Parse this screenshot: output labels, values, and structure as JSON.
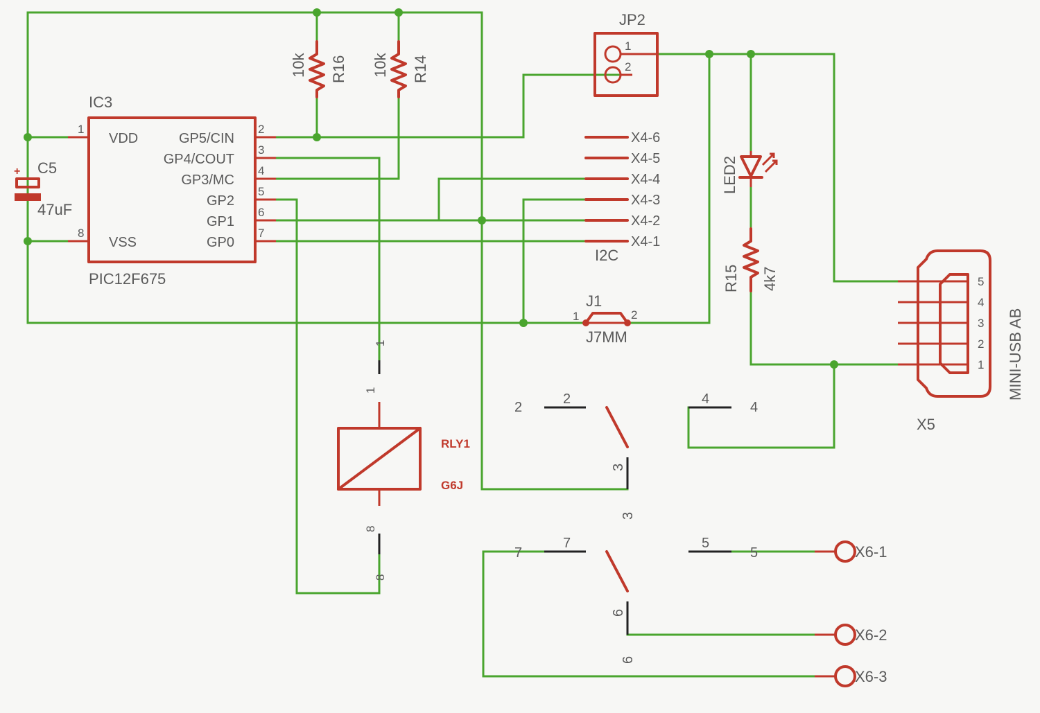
{
  "ic3": {
    "ref": "IC3",
    "value": "PIC12F675",
    "pins_left": [
      {
        "num": "1",
        "name": "VDD"
      },
      {
        "num": "8",
        "name": "VSS"
      }
    ],
    "pins_right": [
      {
        "num": "2",
        "name": "GP5/CIN"
      },
      {
        "num": "3",
        "name": "GP4/COUT"
      },
      {
        "num": "4",
        "name": "GP3/MC"
      },
      {
        "num": "5",
        "name": "GP2"
      },
      {
        "num": "6",
        "name": "GP1"
      },
      {
        "num": "7",
        "name": "GP0"
      }
    ]
  },
  "c5": {
    "ref": "C5",
    "value": "47uF",
    "plus": "+"
  },
  "r16": {
    "ref": "R16",
    "value": "10k"
  },
  "r14": {
    "ref": "R14",
    "value": "10k"
  },
  "r15": {
    "ref": "R15",
    "value": "4k7"
  },
  "led2": {
    "ref": "LED2"
  },
  "jp2": {
    "ref": "JP2",
    "pin1": "1",
    "pin2": "2"
  },
  "x4": {
    "name": "I2C",
    "pins": [
      "X4-6",
      "X4-5",
      "X4-4",
      "X4-3",
      "X4-2",
      "X4-1"
    ]
  },
  "j1": {
    "ref": "J1",
    "value": "J7MM",
    "pin1": "1",
    "pin2": "2"
  },
  "x5": {
    "ref": "X5",
    "value": "MINI-USB AB",
    "pins": [
      "5",
      "4",
      "3",
      "2",
      "1"
    ]
  },
  "rly1": {
    "ref": "RLY1",
    "value": "G6J",
    "coil_pin_top": "1",
    "coil_pin_bottom": "8",
    "coil_pin_top_outer": "1",
    "coil_pin_bottom_outer": "8"
  },
  "switch1": {
    "nc": "2",
    "nc_outer": "2",
    "com": "3",
    "com_outer": "3",
    "no": "4",
    "no_outer": "4"
  },
  "switch2": {
    "nc": "7",
    "nc_outer": "7",
    "com": "6",
    "com_outer": "6",
    "no": "5",
    "no_outer": "5"
  },
  "x6": {
    "pins": [
      "X6-1",
      "X6-2",
      "X6-3"
    ]
  }
}
